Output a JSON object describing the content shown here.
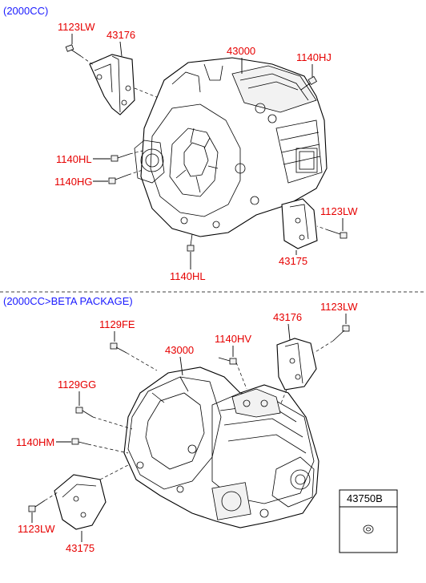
{
  "sections": [
    {
      "header": "(2000CC)"
    },
    {
      "header": "(2000CC>BETA PACKAGE)"
    }
  ],
  "top_labels": {
    "bolt_1123lw": "1123LW",
    "bracket_43176": "43176",
    "transaxle_43000": "43000",
    "bolt_1140hj": "1140HJ",
    "bolt_1140hl": "1140HL",
    "bolt_1140hg": "1140HG",
    "bolt_1123lw_r": "1123LW",
    "bracket_43175": "43175",
    "bolt_1140hl_b": "1140HL"
  },
  "bottom_labels": {
    "bolt_1129fe": "1129FE",
    "transaxle_43000": "43000",
    "bolt_1140hv": "1140HV",
    "bracket_43176": "43176",
    "bolt_1123lw_r": "1123LW",
    "bolt_1129gg": "1129GG",
    "bolt_1140hm": "1140HM",
    "bolt_1123lw_l": "1123LW",
    "bracket_43175": "43175"
  },
  "inset": {
    "label": "43750B"
  }
}
